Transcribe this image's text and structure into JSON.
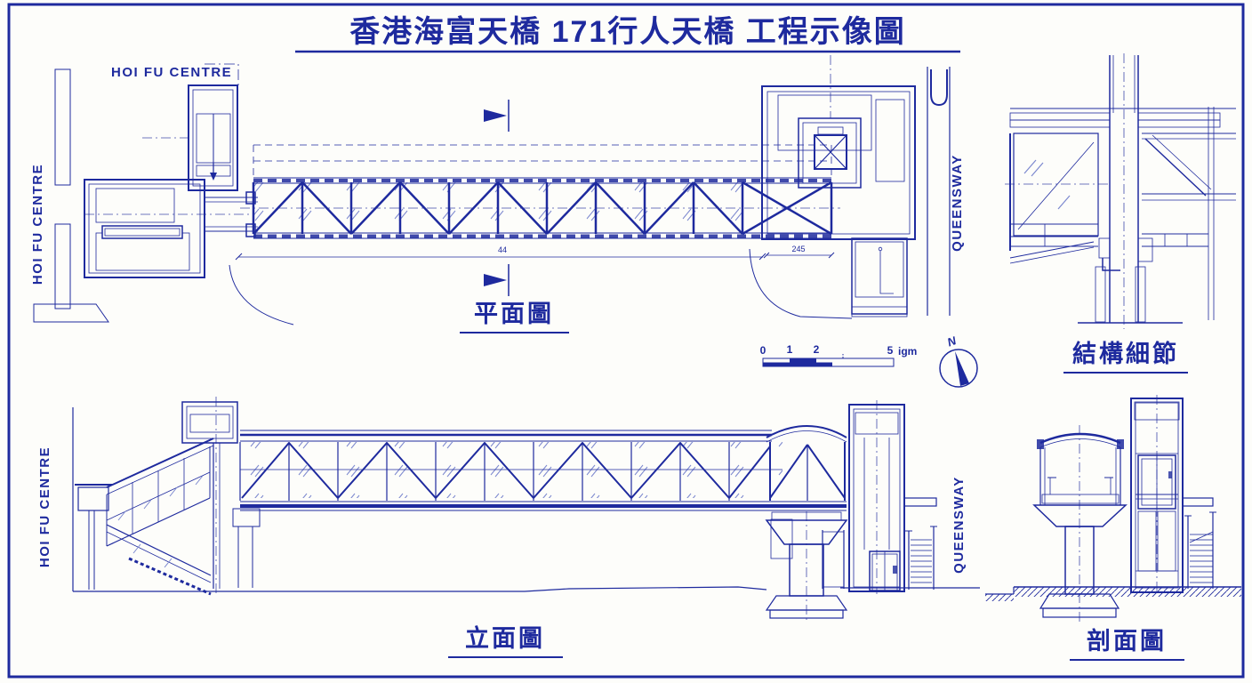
{
  "title": "香港海富天橋 171行人天橋 工程示像圖",
  "views": {
    "plan": {
      "label": "平面圖"
    },
    "elevation": {
      "label": "立面圖"
    },
    "section": {
      "label": "剖面圖"
    },
    "detail": {
      "label": "結構細節"
    }
  },
  "locations": {
    "hoi_fu_centre": "HOI FU CENTRE",
    "queensway": "QUEENSWAY"
  },
  "scale_bar": {
    "ticks": [
      "0",
      "1",
      "2",
      "5"
    ],
    "unit": "igm"
  },
  "compass": {
    "north_label": "N"
  },
  "dimensions": {
    "main_span": "44",
    "side_span": "245"
  },
  "colors": {
    "ink": "#1e2a9e",
    "ink_light": "#7c88cf",
    "background": "#fdfdfa"
  }
}
